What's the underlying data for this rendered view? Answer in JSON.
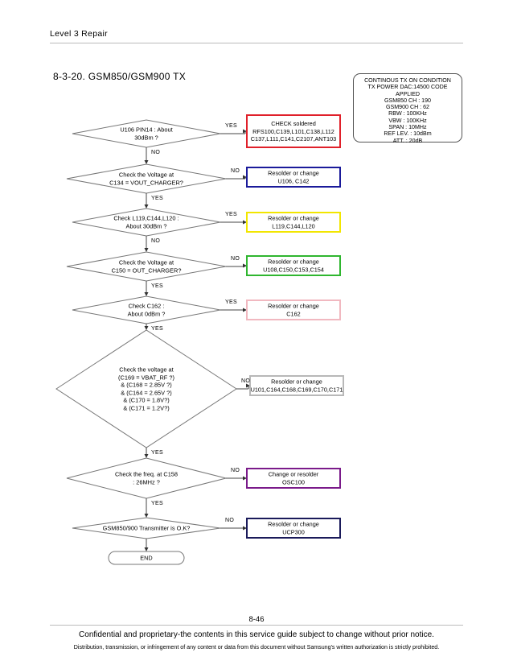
{
  "header": {
    "section": "Level 3 Repair"
  },
  "title": "8-3-20. GSM850/GSM900 TX",
  "condition_box": {
    "lines": [
      "CONTINOUS TX ON CONDITION",
      "TX POWER DAC:14500 CODE",
      "APPLIED",
      "GSM850 CH : 190",
      "GSM900 CH : 62",
      "RBW : 100KHz",
      "VBW : 100KHz",
      "SPAN : 10MHz",
      "REF LEV. : 10dBm",
      "ATT. : 20dB"
    ]
  },
  "flow": {
    "decisions": [
      {
        "text": "U106 PIN14 : About\n30dBm ?",
        "right_label": "YES",
        "down_label": "NO"
      },
      {
        "text": "Check the Voltage at\nC134 = VOUT_CHARGER?",
        "right_label": "NO",
        "down_label": "YES"
      },
      {
        "text": "Check L119,C144,L120 :\nAbout 30dBm ?",
        "right_label": "YES",
        "down_label": "NO"
      },
      {
        "text": "Check the Voltage at\nC150 = OUT_CHARGER?",
        "right_label": "NO",
        "down_label": "YES"
      },
      {
        "text": "Check C162 :\nAbout 0dBm ?",
        "right_label": "YES",
        "down_label": "YES"
      },
      {
        "text": "Check the voltage at\n(C169 = VBAT_RF ?)\n& (C168 = 2.85V ?)\n& (C164 = 2.65V ?)\n& (C170 = 1.8V?)\n& (C171 = 1.2V?)",
        "right_label": "NO",
        "down_label": "YES"
      },
      {
        "text": "Check the freq. at C158\n: 26MHz ?",
        "right_label": "NO",
        "down_label": "YES"
      },
      {
        "text": "GSM850/900 Transmitter is O.K?",
        "right_label": "NO",
        "down_label": ""
      }
    ],
    "actions": [
      {
        "text": "CHECK soldered\nRFS100,C139,L101,C138,L112\nC137,L111,C141,C2107,ANT103",
        "color": "#e0202a"
      },
      {
        "text": "Resolder or change\nU106, C142",
        "color": "#1a1a9a"
      },
      {
        "text": "Resolder or change\nL119,C144,L120",
        "color": "#f2e600"
      },
      {
        "text": "Resolder or change\nU108,C150,C153,C154",
        "color": "#2fb62f"
      },
      {
        "text": "Resolder or change\nC162",
        "color": "#f1b8c0"
      },
      {
        "text": "Resolder or change\nU101,C164,C168,C169,C170,C171",
        "color": "#b8b8b8"
      },
      {
        "text": "Change or resolder\nOSC100",
        "color": "#7a1a8a"
      },
      {
        "text": "Resolder or change\nUCP300",
        "color": "#1a1a5a"
      }
    ],
    "end_label": "END"
  },
  "footer": {
    "page_number": "8-46",
    "line1": "Confidential and proprietary-the contents in this service guide subject to change without prior notice.",
    "line2": "Distribution, transmission, or infringement of any content or data from this document without Samsung's written authorization is strictly prohibited."
  }
}
